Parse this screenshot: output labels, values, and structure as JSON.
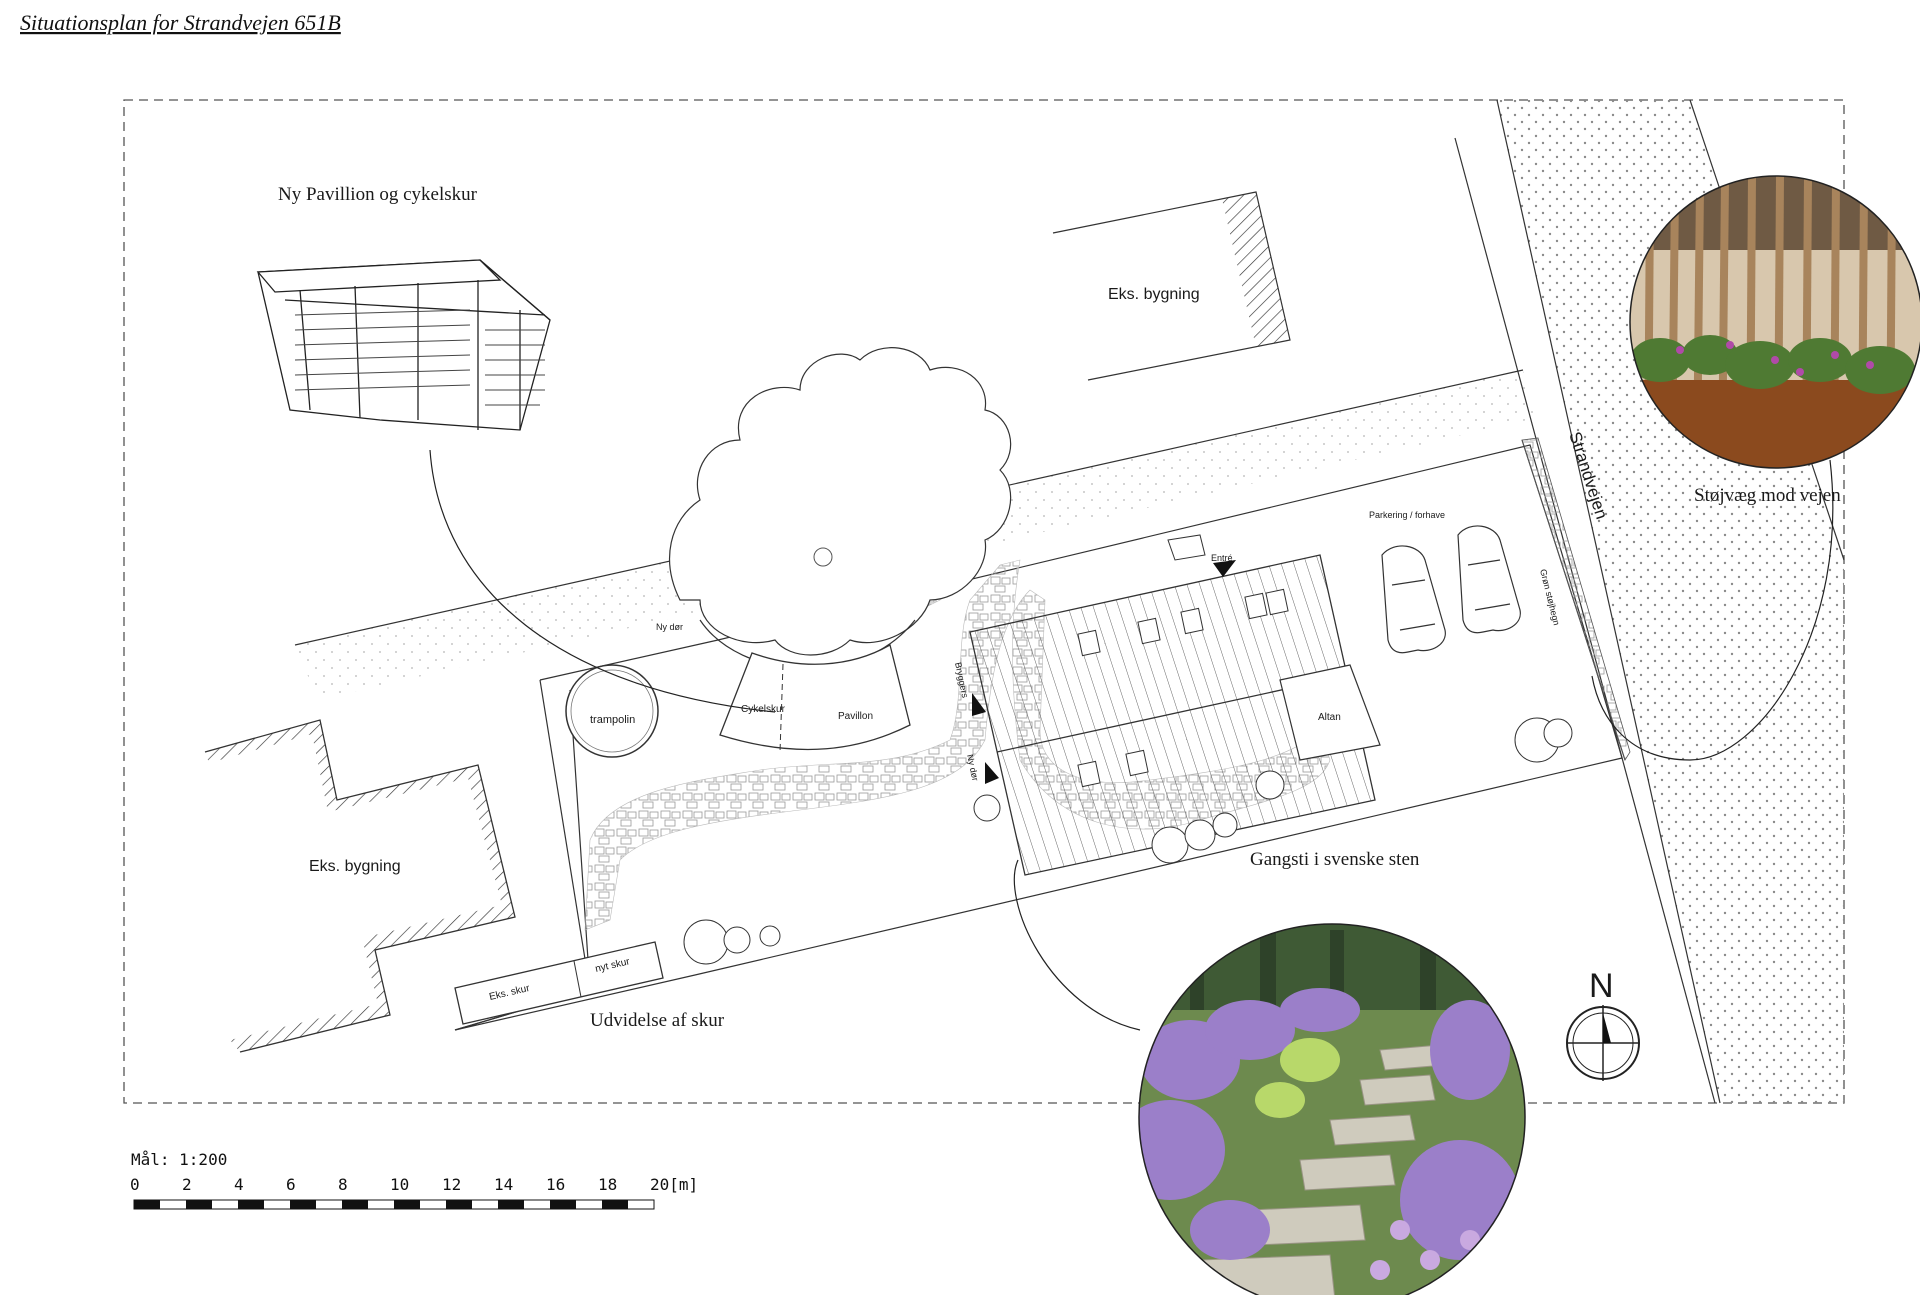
{
  "title": "Situationsplan for Strandvejen 651B",
  "labels": {
    "pavilion_heading": "Ny Pavillion og cykelskur",
    "existing_building_top": "Eks. bygning",
    "existing_building_left": "Eks. bygning",
    "street": "Strandvejen",
    "noise_wall": "Støjvæg mod vejen",
    "path": "Gangsti i svenske sten",
    "shed_extension": "Udvidelse af skur",
    "trampoline": "trampolin",
    "bike_shed": "Cykelskur",
    "pavilion": "Pavillon",
    "new_door": "Ny dør",
    "entrance": "Entré",
    "balcony": "Altan",
    "parking": "Parkering / forhave",
    "green_hedge": "Grøn støjhegn",
    "utility_room": "Bryggers",
    "new_door_2": "Ny dør",
    "existing_shed": "Eks. skur",
    "new_shed": "nyt skur"
  },
  "compass": {
    "label": "N"
  },
  "scale": {
    "label": "Mål: 1:200",
    "ticks": [
      "0",
      "2",
      "4",
      "6",
      "8",
      "10",
      "12",
      "14",
      "16",
      "18",
      "20[m]"
    ]
  },
  "colors": {
    "line": "#1a1a1a",
    "dots": "#9a9a9a",
    "lavender": "#9b7fc9",
    "green": "#5f8a3f",
    "wood": "#b98a5c"
  }
}
